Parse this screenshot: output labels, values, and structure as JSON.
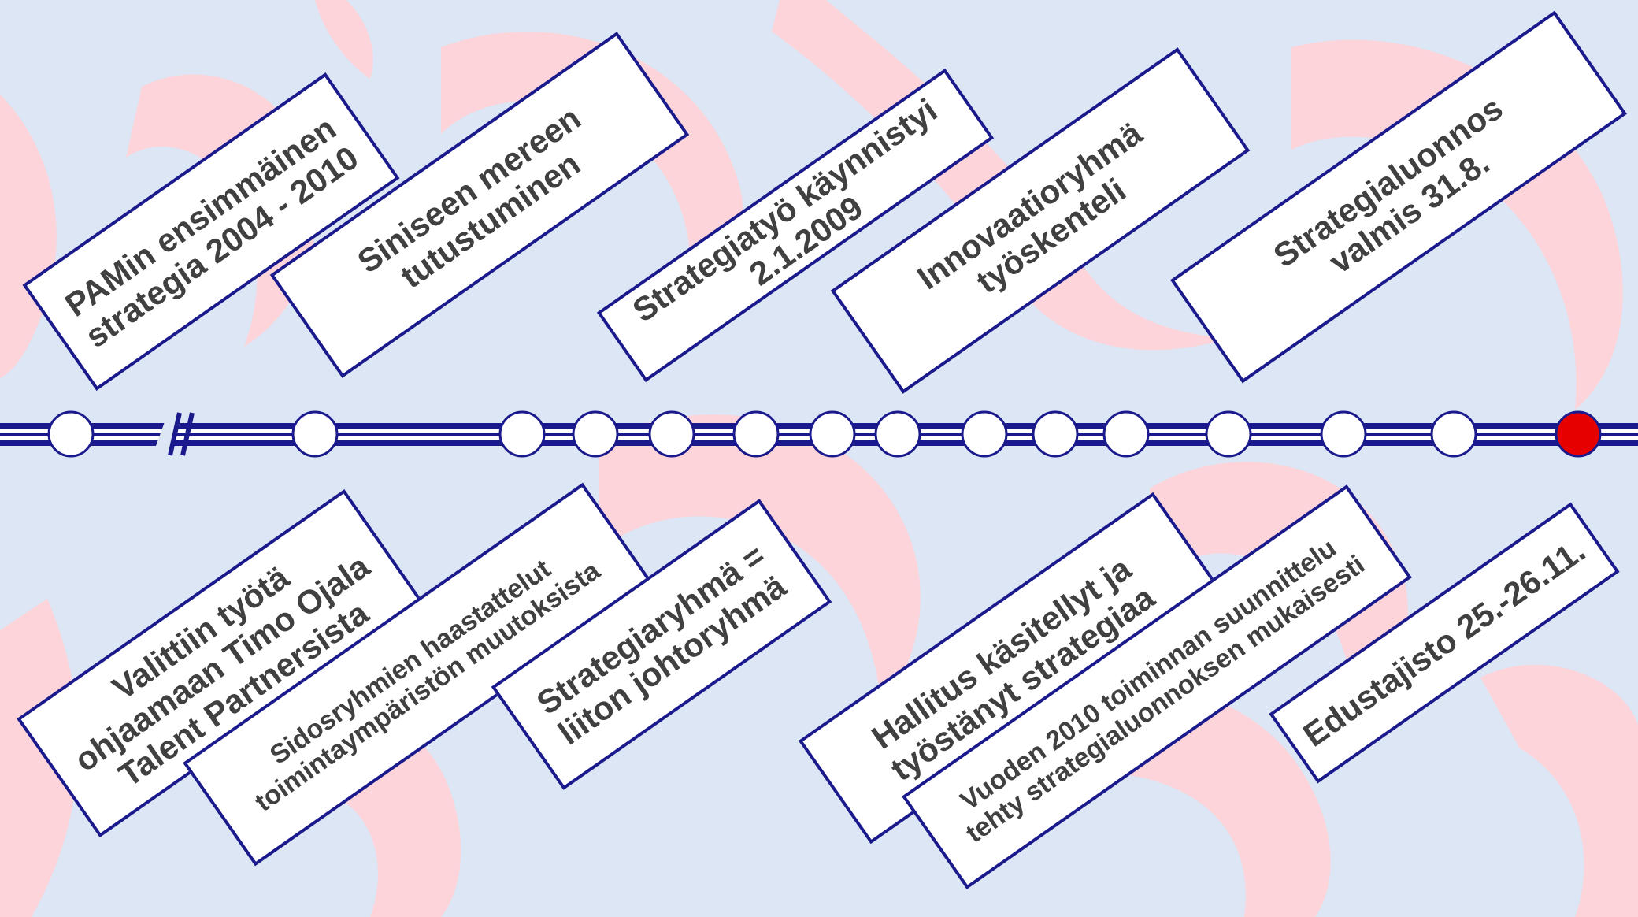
{
  "colors": {
    "background": "#dce6f4",
    "pattern": "#fcd4da",
    "line": "#1a1a8c",
    "node_fill": "#ffffff",
    "current_node_fill": "#e60000",
    "box_border": "#1a1a8c",
    "text": "#404040"
  },
  "timeline": {
    "node_count": 15,
    "current_node_index": 14,
    "has_break_mark": true
  },
  "labels_top": [
    {
      "lines": [
        "PAMin ensimmäinen",
        "strategia 2004 - 2010"
      ]
    },
    {
      "lines": [
        "Siniseen mereen",
        "tutustuminen"
      ]
    },
    {
      "lines": [
        "Strategiatyö käynnistyi",
        "2.1.2009"
      ]
    },
    {
      "lines": [
        "Innovaatioryhmä",
        "työskenteli"
      ]
    },
    {
      "lines": [
        "Strategialuonnos",
        "valmis 31.8."
      ]
    }
  ],
  "labels_bottom": [
    {
      "lines": [
        "Valittiin työtä",
        "ohjaamaan Timo Ojala",
        "Talent Partnersista"
      ]
    },
    {
      "lines": [
        "Sidosryhmien haastattelut",
        "toimintaympäristön muutoksista"
      ]
    },
    {
      "lines": [
        "Strategiaryhmä =",
        "liiton johtoryhmä"
      ]
    },
    {
      "lines": [
        "Hallitus käsitellyt ja",
        "työstänyt strategiaa"
      ]
    },
    {
      "lines": [
        "Vuoden 2010 toiminnan suunnittelu",
        "tehty strategialuonnoksen mukaisesti"
      ]
    },
    {
      "lines": [
        "Edustajisto 25.-26.11."
      ]
    }
  ]
}
